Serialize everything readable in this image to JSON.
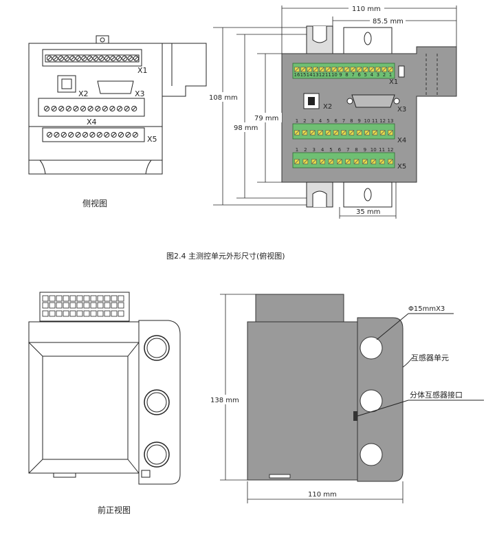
{
  "figure_top": {
    "caption": "图2.4 主测控单元外形尺寸(俯视图)",
    "side_view_label": "侧视图",
    "side_labels": {
      "x1": "X1",
      "x2": "X2",
      "x3": "X3",
      "x4": "X4",
      "x5": "X5"
    },
    "top_view": {
      "dim_width": "110 mm",
      "dim_inner": "85.5 mm",
      "dim_height_outer": "108 mm",
      "dim_height_mid": "98 mm",
      "dim_height_inner": "79 mm",
      "dim_bottom": "35 mm",
      "labels": {
        "x1": "X1",
        "x2": "X2",
        "x3": "X3",
        "x4": "X4",
        "x5": "X5"
      },
      "x1_pins": [
        "16",
        "15",
        "14",
        "13",
        "12",
        "11",
        "10",
        "9",
        "8",
        "7",
        "6",
        "5",
        "4",
        "3",
        "2",
        "1"
      ],
      "x4_pins": [
        "1",
        "2",
        "3",
        "4",
        "5",
        "6",
        "7",
        "8",
        "9",
        "10",
        "11",
        "12",
        "13"
      ],
      "x5_pins": [
        "1",
        "2",
        "3",
        "4",
        "5",
        "6",
        "7",
        "8",
        "9",
        "10",
        "11",
        "12"
      ]
    }
  },
  "figure_bottom": {
    "front_view_label": "前正视图",
    "dim_height": "138 mm",
    "dim_width": "110  mm",
    "callout_hole": "Φ15mmX3",
    "callout_unit": "互感器单元",
    "callout_port": "分体互感器接口"
  }
}
